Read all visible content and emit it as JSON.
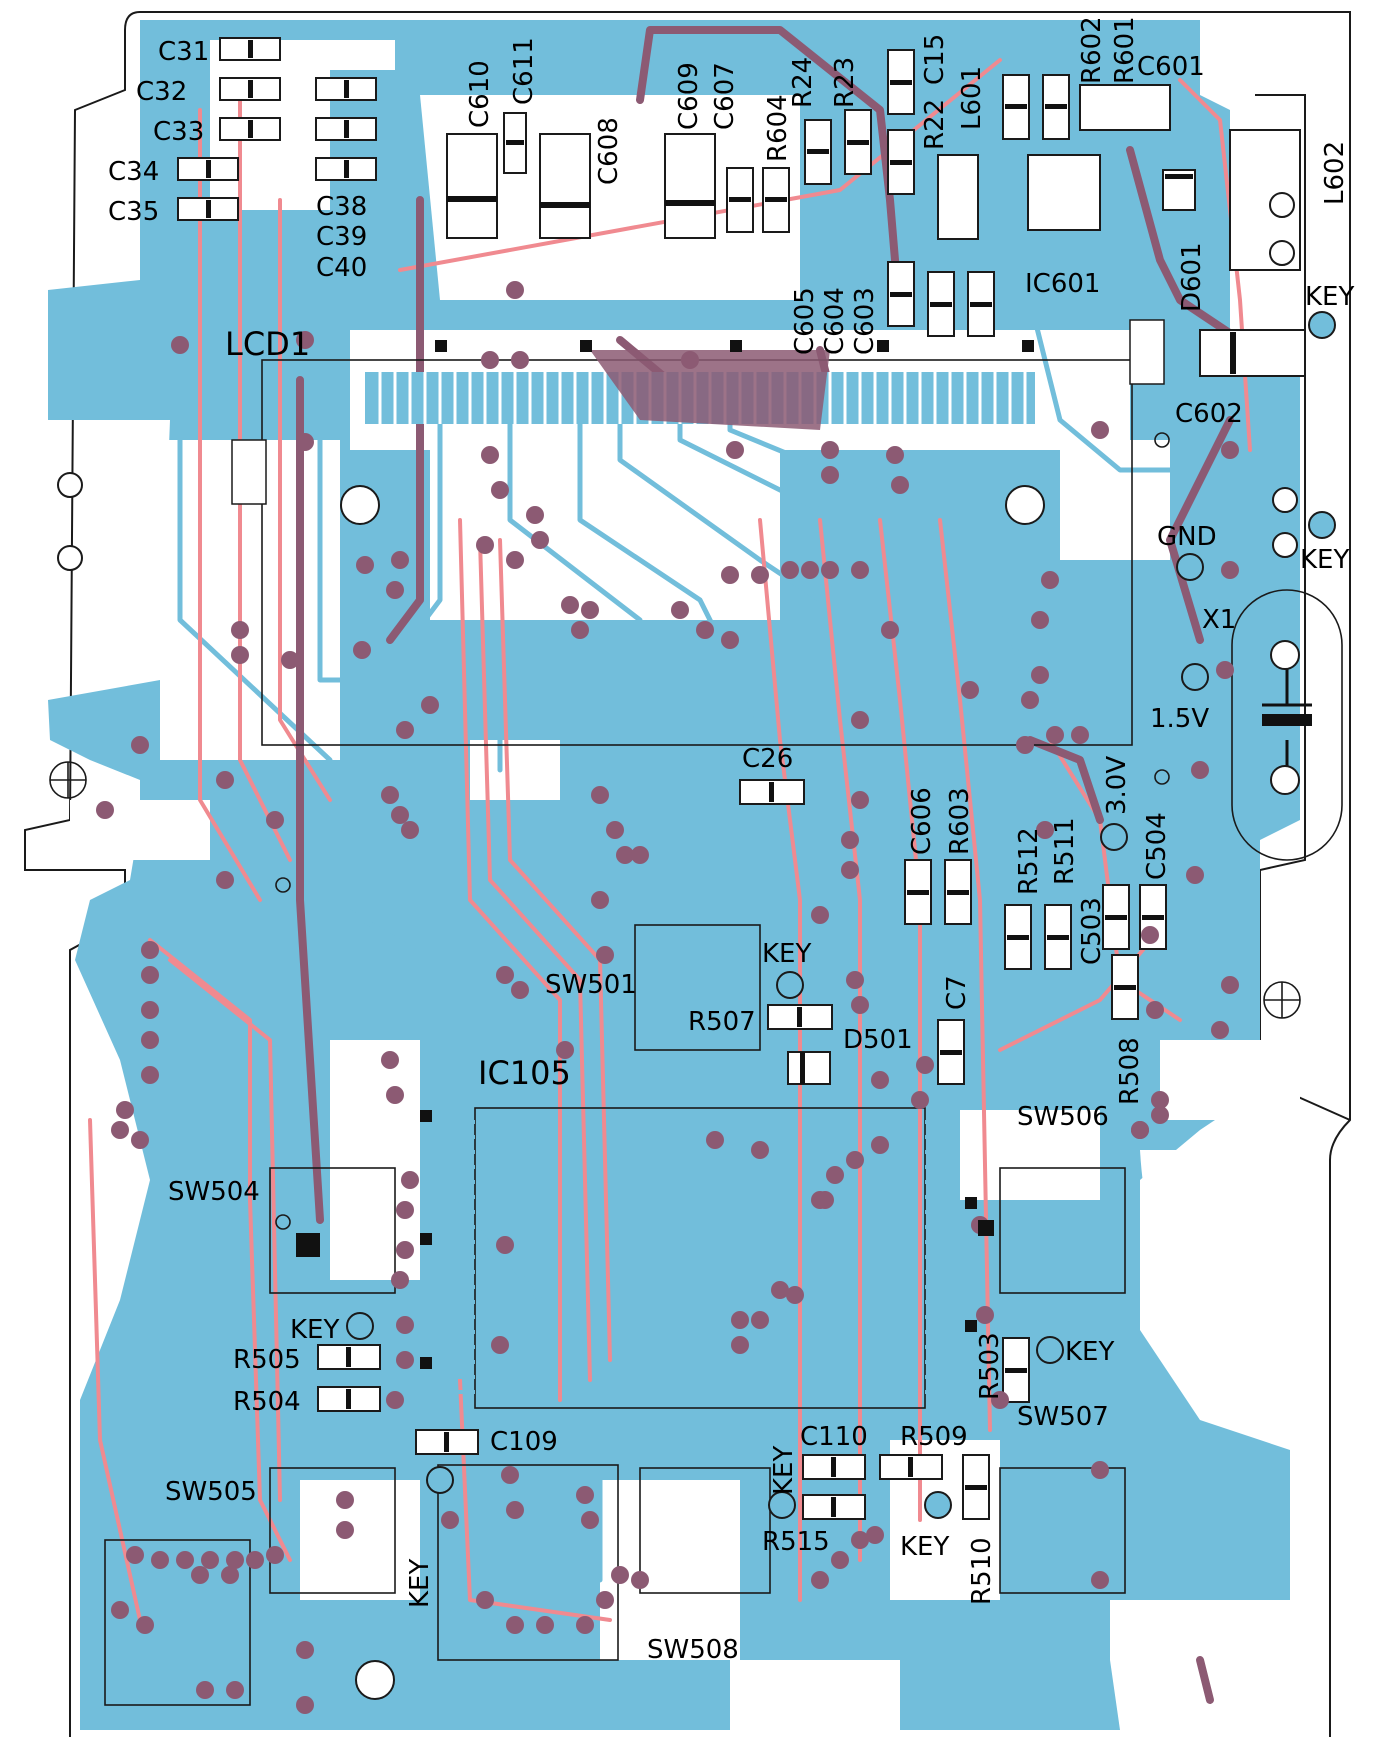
{
  "labels": {
    "c31": "C31",
    "c32": "C32",
    "c33": "C33",
    "c34": "C34",
    "c35": "C35",
    "c38": "C38",
    "c39": "C39",
    "c40": "C40",
    "c610": "C610",
    "c611": "C611",
    "c608": "C608",
    "c609": "C609",
    "c607": "C607",
    "r604": "R604",
    "r24": "R24",
    "r23": "R23",
    "r22": "R22",
    "c15": "C15",
    "l601": "L601",
    "r602": "R602",
    "r601": "R601",
    "c601": "C601",
    "l602": "L602",
    "c605": "C605",
    "c604": "C604",
    "c603": "C603",
    "ic601": "IC601",
    "d601": "D601",
    "key_a": "KEY",
    "c602": "C602",
    "lcd1": "LCD1",
    "gnd": "GND",
    "key_b": "KEY",
    "x1": "X1",
    "v15": "1.5V",
    "c26": "C26",
    "c606": "C606",
    "r603": "R603",
    "r512": "R512",
    "r511": "R511",
    "v30": "3.0V",
    "c504": "C504",
    "c503": "C503",
    "key_c": "KEY",
    "sw501": "SW501",
    "r507": "R507",
    "d501": "D501",
    "c7": "C7",
    "r508": "R508",
    "ic105": "IC105",
    "sw506": "SW506",
    "sw504": "SW504",
    "key_d": "KEY",
    "r505": "R505",
    "r504": "R504",
    "r503": "R503",
    "key_e": "KEY",
    "sw507": "SW507",
    "c109": "C109",
    "c110": "C110",
    "r509": "R509",
    "key_f": "KEY",
    "sw505": "SW505",
    "r515": "R515",
    "key_g": "KEY",
    "r510": "R510",
    "key_h": "KEY",
    "sw508": "SW508"
  },
  "colors": {
    "copper_fill": "#72bedb",
    "red_trace": "#f08a90",
    "dark_trace": "#8c5a73",
    "silkscreen": "#1a1a1a"
  }
}
